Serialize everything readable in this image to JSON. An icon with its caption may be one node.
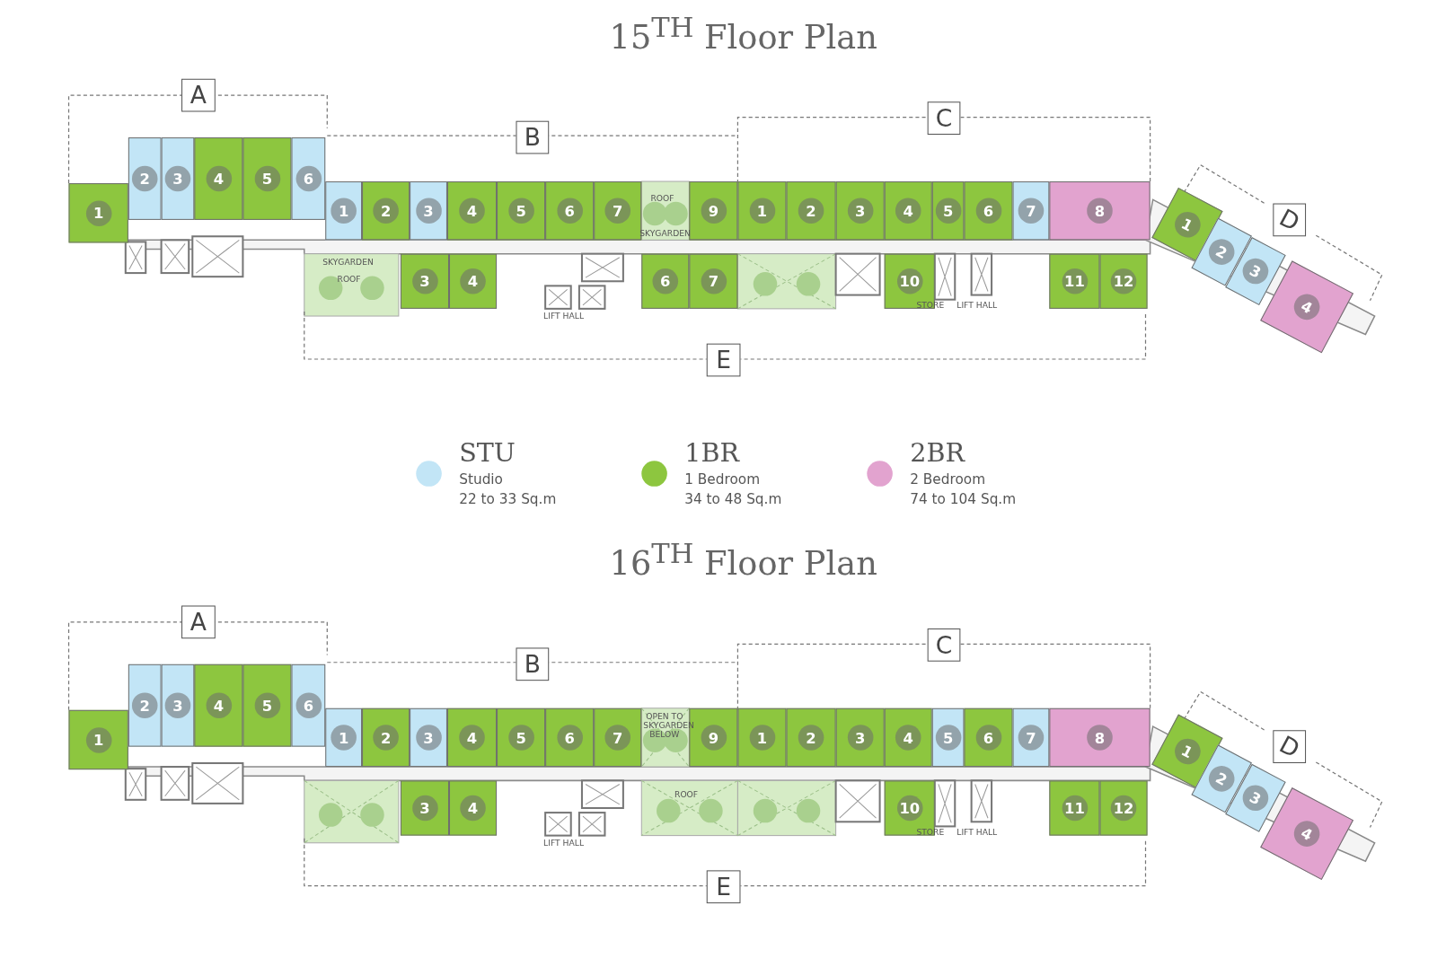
{
  "diagram": {
    "nodes": [
      {
        "text": [
          "A"
        ]
      },
      {
        "text": [
          "1"
        ]
      },
      {
        "text": [
          "2"
        ]
      },
      {
        "text": [
          "3"
        ]
      },
      {
        "text": [
          "4"
        ]
      },
      {
        "text": [
          "5"
        ]
      },
      {
        "text": [
          "6"
        ]
      },
      {
        "text": [
          "B"
        ]
      },
      {
        "text": [
          "1"
        ]
      },
      {
        "text": [
          "2"
        ]
      },
      {
        "text": [
          "3"
        ]
      },
      {
        "text": [
          "4"
        ]
      },
      {
        "text": [
          "5"
        ]
      },
      {
        "text": [
          "6"
        ]
      },
      {
        "text": [
          "7"
        ]
      },
      {
        "text": [
          "C"
        ]
      },
      {
        "text": [
          "9"
        ]
      },
      {
        "text": [
          "1"
        ]
      },
      {
        "text": [
          "2"
        ]
      },
      {
        "text": [
          "3"
        ]
      },
      {
        "text": [
          "4"
        ]
      },
      {
        "text": [
          "5"
        ]
      },
      {
        "text": [
          "6"
        ]
      },
      {
        "text": [
          "7"
        ]
      },
      {
        "text": [
          "8"
        ]
      },
      {
        "text": [
          "D"
        ]
      },
      {
        "text": [
          "1"
        ]
      },
      {
        "text": [
          "2"
        ]
      },
      {
        "text": [
          "3"
        ]
      },
      {
        "text": [
          "4"
        ]
      },
      {
        "text": [
          "3"
        ]
      },
      {
        "text": [
          "4"
        ]
      },
      {
        "text": [
          "6"
        ]
      },
      {
        "text": [
          "7"
        ]
      },
      {
        "text": [
          "10"
        ]
      },
      {
        "text": [
          "11"
        ]
      },
      {
        "text": [
          "12"
        ]
      },
      {
        "text": [
          "E"
        ]
      },
      {
        "text": [
          "A"
        ]
      },
      {
        "text": [
          "1"
        ]
      },
      {
        "text": [
          "2"
        ]
      },
      {
        "text": [
          "3"
        ]
      },
      {
        "text": [
          "4"
        ]
      },
      {
        "text": [
          "5"
        ]
      },
      {
        "text": [
          "6"
        ]
      },
      {
        "text": [
          "B"
        ]
      },
      {
        "text": [
          "1"
        ]
      },
      {
        "text": [
          "2"
        ]
      },
      {
        "text": [
          "3"
        ]
      },
      {
        "text": [
          "4"
        ]
      },
      {
        "text": [
          "5"
        ]
      },
      {
        "text": [
          "6"
        ]
      },
      {
        "text": [
          "7"
        ]
      },
      {
        "text": [
          "C"
        ]
      },
      {
        "text": [
          "9"
        ]
      },
      {
        "text": [
          "1"
        ]
      },
      {
        "text": [
          "2"
        ]
      },
      {
        "text": [
          "3"
        ]
      },
      {
        "text": [
          "4"
        ]
      },
      {
        "text": [
          "5"
        ]
      },
      {
        "text": [
          "6"
        ]
      },
      {
        "text": [
          "7"
        ]
      },
      {
        "text": [
          "8"
        ]
      },
      {
        "text": [
          "D"
        ]
      },
      {
        "text": [
          "1"
        ]
      },
      {
        "text": [
          "2"
        ]
      },
      {
        "text": [
          "3"
        ]
      },
      {
        "text": [
          "4"
        ]
      },
      {
        "text": [
          "3"
        ]
      },
      {
        "text": [
          "4"
        ]
      },
      {
        "text": [
          "10"
        ]
      },
      {
        "text": [
          "11"
        ]
      },
      {
        "text": [
          "12"
        ]
      },
      {
        "text": [
          "E"
        ]
      }
    ],
    "labels": [
      "15$^{TH}$ Floor Plan",
      "ROOF",
      "SKYGARDEN",
      "SKYGARDEN",
      "ROOF",
      "LIFT HALL",
      "STORE",
      "LIFT HALL",
      "Studio",
      "22 to 33 Sq.m",
      "1 Bedroom",
      "34 to 48 Sq.m",
      "2 Bedroom",
      "74 to 104 Sq.m",
      "16$^{TH}$ Floor Plan",
      "OPEN TO SKYGARDEN BELOW",
      "ROOF",
      "LIFT HALL",
      "STORE",
      "LIFT HALL"
    ],
    "legend": [
      {
        "text": "STU",
        "color": "#c2e5f6"
      },
      {
        "text": "1BR",
        "color": "#8dc63f"
      },
      {
        "text": "2BR",
        "color": "#e2a3cf"
      }
    ]
  }
}
